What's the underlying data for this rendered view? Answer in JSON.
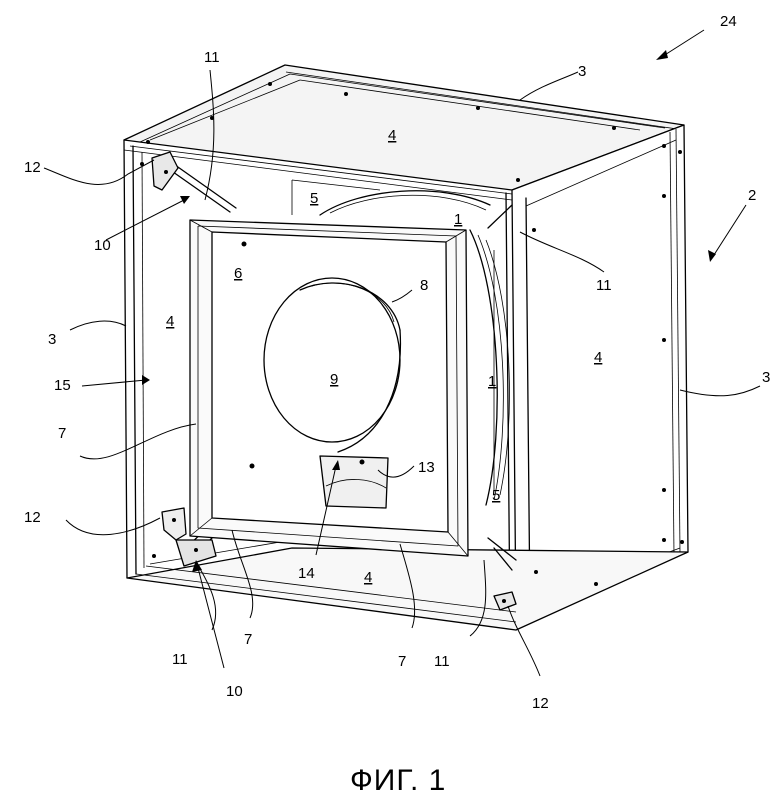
{
  "labels": {
    "n24": "24",
    "n3a": "3",
    "n4top": "4",
    "n11a": "11",
    "n12a": "12",
    "n5a": "5",
    "n1a": "1",
    "n2": "2",
    "n10a": "10",
    "n6": "6",
    "n8": "8",
    "n11b": "11",
    "n3b": "3",
    "n4left": "4",
    "n9": "9",
    "n1b": "1",
    "n4right": "4",
    "n15": "15",
    "n3c": "3",
    "n7a": "7",
    "n13": "13",
    "n12b": "12",
    "n14": "14",
    "n4bottom": "4",
    "n5b": "5",
    "n11c": "11",
    "n7b": "7",
    "n7c": "7",
    "n11d": "11",
    "n10b": "10",
    "n12c": "12"
  },
  "caption": "ФИГ. 1"
}
